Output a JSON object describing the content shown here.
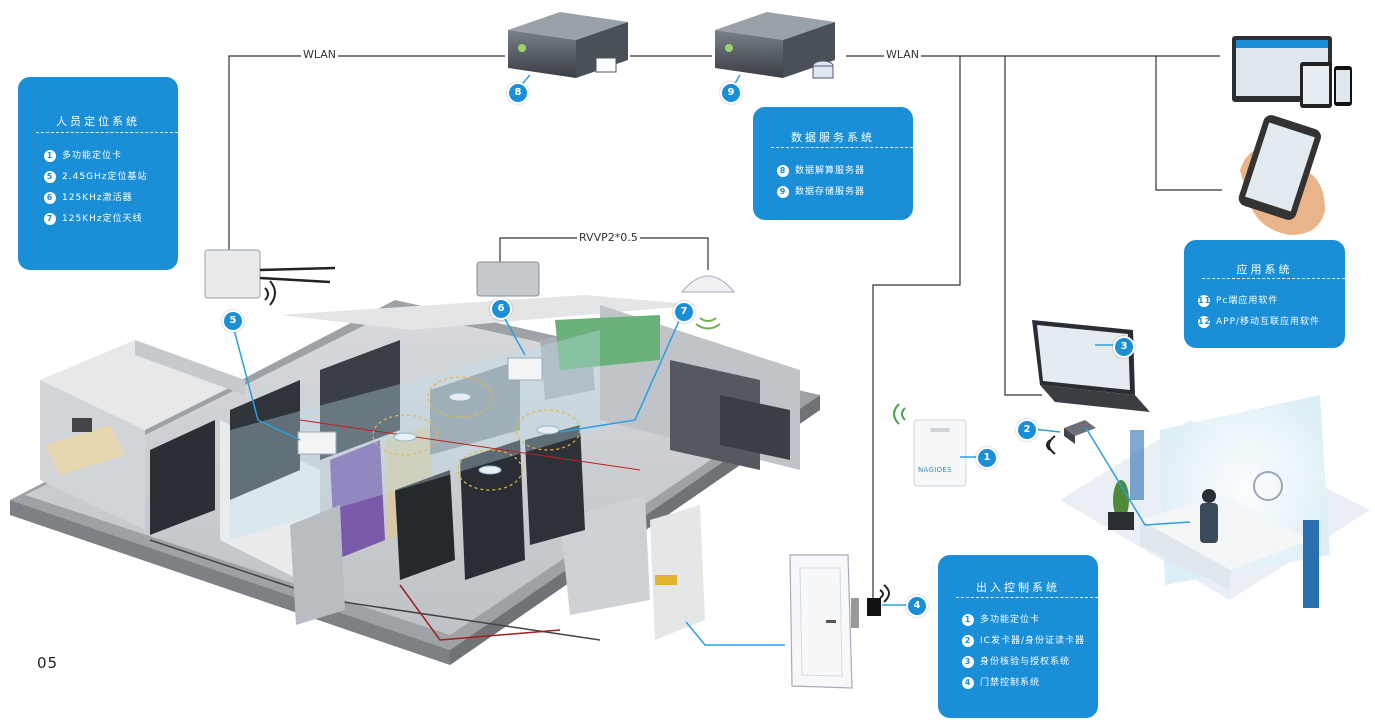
{
  "page_number": "05",
  "network": {
    "wlan_left": "WLAN",
    "wlan_right": "WLAN",
    "cable_label": "RVVP2*0.5",
    "tag_brand": "NAGIOES"
  },
  "boxes": {
    "personnel": {
      "title": "人员定位系统",
      "items": [
        {
          "num": "1",
          "text": "多功能定位卡"
        },
        {
          "num": "5",
          "text": "2.45GHz定位基站"
        },
        {
          "num": "6",
          "text": "125KHz激活器"
        },
        {
          "num": "7",
          "text": "125KHz定位天线"
        }
      ]
    },
    "data_service": {
      "title": "数据服务系统",
      "items": [
        {
          "num": "8",
          "text": "数据解算服务器"
        },
        {
          "num": "9",
          "text": "数据存储服务器"
        }
      ]
    },
    "application": {
      "title": "应用系统",
      "items": [
        {
          "num": "11",
          "text": "Pc端应用软件"
        },
        {
          "num": "12",
          "text": "APP/移动互联应用软件"
        }
      ]
    },
    "access_control": {
      "title": "出入控制系统",
      "items": [
        {
          "num": "1",
          "text": "多功能定位卡"
        },
        {
          "num": "2",
          "text": "IC发卡器/身份证读卡器"
        },
        {
          "num": "3",
          "text": "身份核验与授权系统"
        },
        {
          "num": "4",
          "text": "门禁控制系统"
        }
      ]
    }
  },
  "badges": {
    "b1": "1",
    "b2": "2",
    "b3": "3",
    "b4": "4",
    "b5": "5",
    "b6": "6",
    "b7": "7",
    "b8": "8",
    "b9": "9"
  },
  "colors": {
    "accent": "#1a8fd8",
    "line": "#333333",
    "callout": "#2a9fe0"
  }
}
